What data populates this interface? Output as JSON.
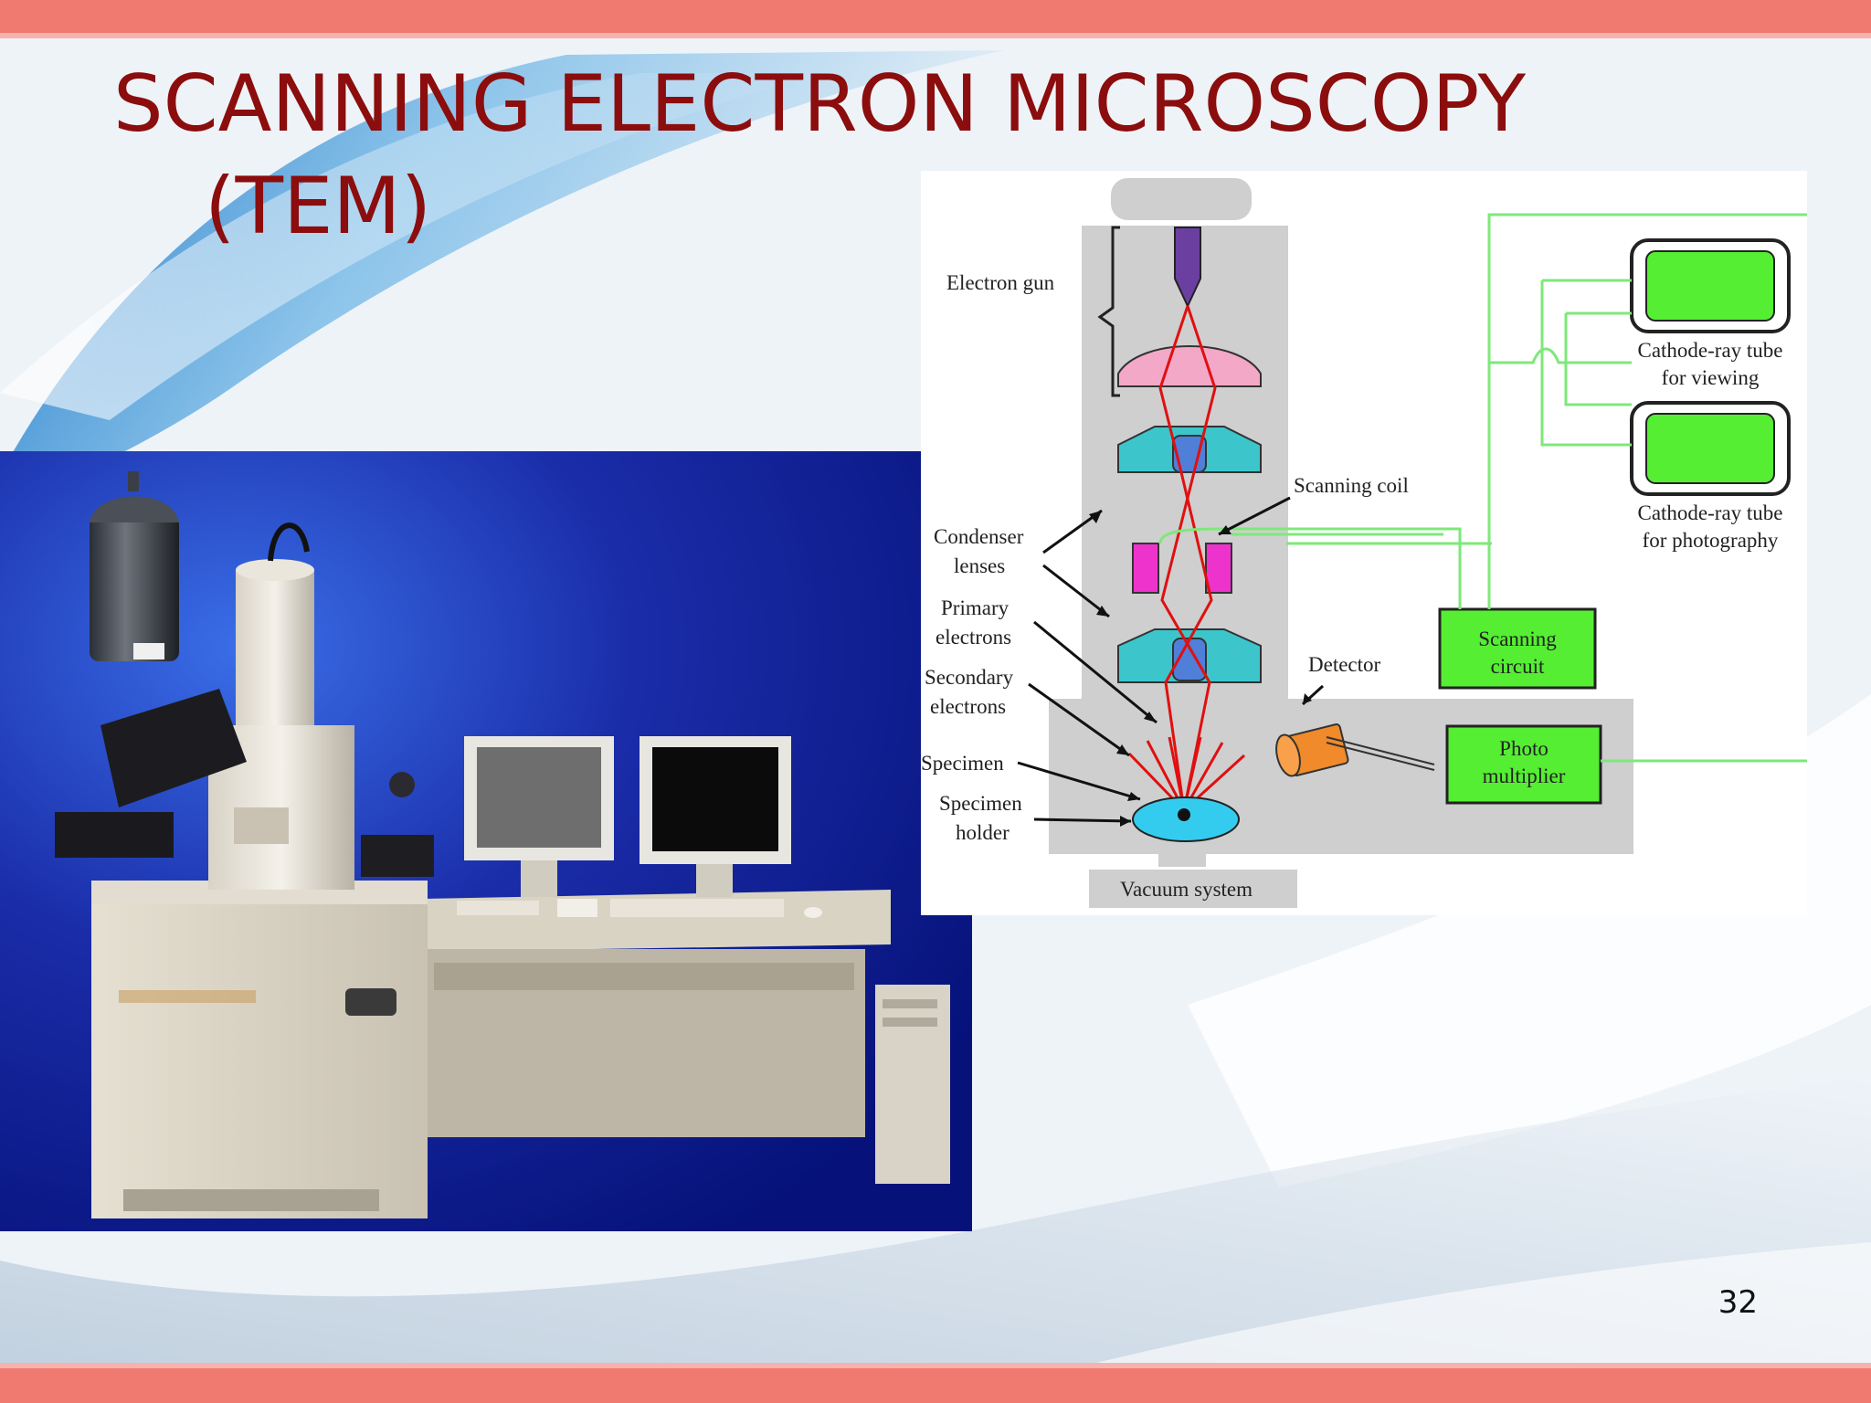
{
  "slide": {
    "title_line1": "SCANNING ELECTRON MICROSCOPY",
    "title_line2": "(TEM)",
    "page_number": "32"
  },
  "diagram": {
    "labels": {
      "electron_gun": "Electron gun",
      "scanning_coil": "Scanning coil",
      "condenser_lenses_1": "Condenser",
      "condenser_lenses_2": "lenses",
      "primary_electrons_1": "Primary",
      "primary_electrons_2": "electrons",
      "secondary_electrons_1": "Secondary",
      "secondary_electrons_2": "electrons",
      "specimen": "Specimen",
      "specimen_holder_1": "Specimen",
      "specimen_holder_2": "holder",
      "detector": "Detector",
      "vacuum_system": "Vacuum system",
      "scanning_circuit_1": "Scanning",
      "scanning_circuit_2": "circuit",
      "photo_multiplier_1": "Photo",
      "photo_multiplier_2": "multiplier",
      "crt_viewing_1": "Cathode-ray tube",
      "crt_viewing_2": "for viewing",
      "crt_photography_1": "Cathode-ray tube",
      "crt_photography_2": "for photography"
    }
  },
  "colors": {
    "title": "#8b0d0d",
    "accent_bar": "#f07a70",
    "photo_background": "#0a1a8c",
    "beam": "#e01010",
    "signal_line": "#7ee87a",
    "box_green": "#55ee33",
    "lens_teal": "#3cc6cc",
    "coil_magenta": "#ee33cc",
    "detector_orange": "#f08a2a"
  }
}
